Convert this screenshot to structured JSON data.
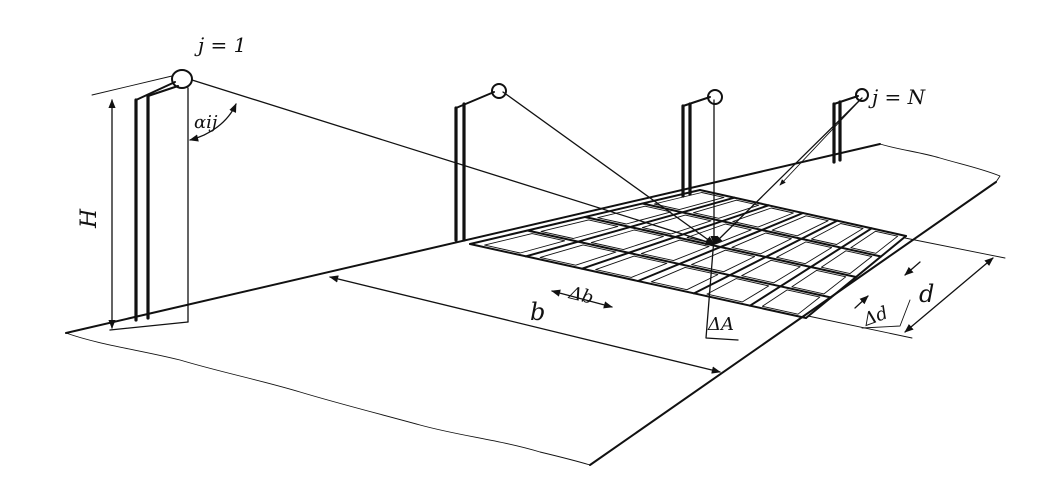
{
  "labels": {
    "j_first": "j = 1",
    "j_last": "j = N",
    "angle": "αij",
    "height": "H",
    "road_width": "b",
    "cell_width": "Δb",
    "cell_depth": "Δd",
    "grid_depth": "d",
    "cell_area": "ΔA"
  },
  "poles": [
    {
      "name": "pole-1",
      "label_key": "j_first"
    },
    {
      "name": "pole-2"
    },
    {
      "name": "pole-3"
    },
    {
      "name": "pole-N",
      "label_key": "j_last"
    }
  ],
  "grid": {
    "rows": 4,
    "cols": 6
  }
}
